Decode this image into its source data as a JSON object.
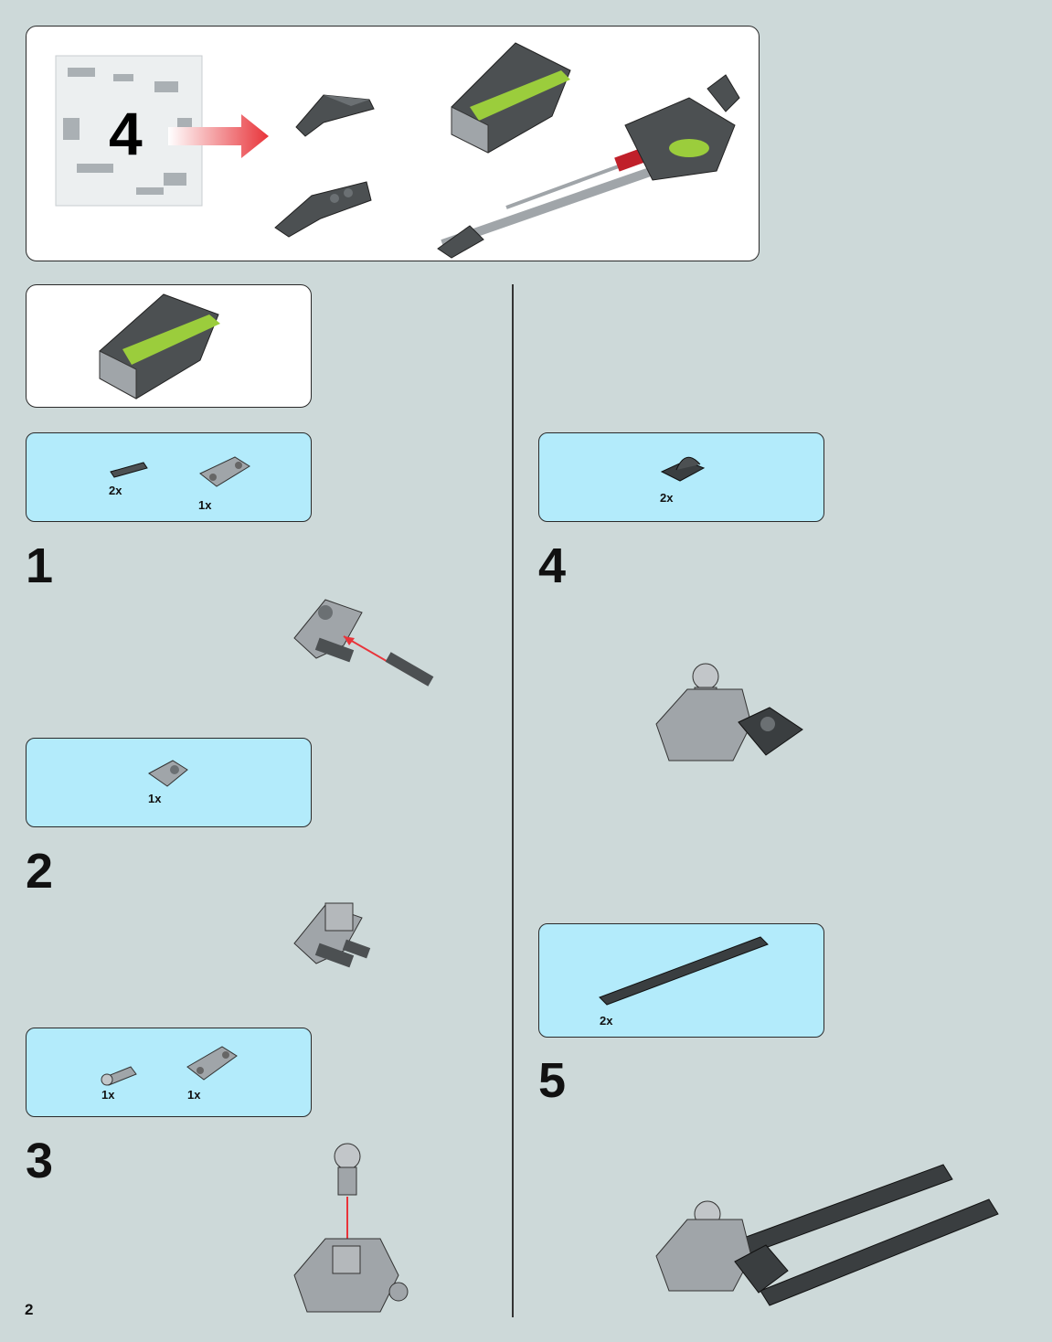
{
  "page_number": "2",
  "sub_build": {
    "bag_number": "4"
  },
  "steps": [
    {
      "number": "1",
      "parts": [
        {
          "qty": "2x",
          "part": "axle-pin-dark-gray"
        },
        {
          "qty": "1x",
          "part": "technic-liftarm-gray"
        }
      ]
    },
    {
      "number": "2",
      "parts": [
        {
          "qty": "1x",
          "part": "technic-pin-connector-gray"
        }
      ]
    },
    {
      "number": "3",
      "parts": [
        {
          "qty": "1x",
          "part": "ball-joint-pin-gray"
        },
        {
          "qty": "1x",
          "part": "technic-liftarm-gray"
        }
      ]
    },
    {
      "number": "4",
      "parts": [
        {
          "qty": "2x",
          "part": "plate-with-clip-dark-gray"
        }
      ]
    },
    {
      "number": "5",
      "parts": [
        {
          "qty": "2x",
          "part": "plate-1x10-dark-gray"
        }
      ]
    }
  ],
  "colors": {
    "page_background": "#cdd9d9",
    "parts_box": "#b3ebfb",
    "callout_box": "#ffffff",
    "arrow": "#e8343a",
    "brick_dark": "#4c5052",
    "brick_gray": "#a0a5a9",
    "brick_green": "#9bcd3c"
  }
}
